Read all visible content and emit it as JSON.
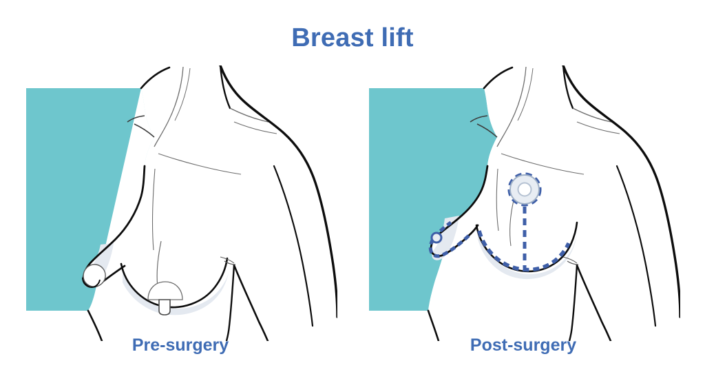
{
  "title": "Breast lift",
  "panels": [
    {
      "id": "pre-surgery",
      "caption": "Pre-surgery",
      "description": "Female torso illustration showing sagging breasts before a breast lift procedure",
      "has_markings": false
    },
    {
      "id": "post-surgery",
      "caption": "Post-surgery",
      "description": "Female torso illustration showing lifted breasts with dashed surgical incision markings around the areola, a vertical line and the inframammary fold",
      "has_markings": true
    }
  ],
  "colors": {
    "background": "#ffffff",
    "teal_block": "#6ec6cd",
    "title_blue": "#3f6cb4",
    "caption_blue": "#3f6cb4",
    "outline_black": "#0d0d0d",
    "detail_line": "#5a5a5a",
    "skin_fill": "#ffffff",
    "shadow_fill": "#e4e9f0",
    "marking_blue": "#3f5fa8",
    "areola_fill": "#e8edf3"
  },
  "icons": {
    "areola": "areola-marker",
    "nipple": "nipple-marker"
  }
}
